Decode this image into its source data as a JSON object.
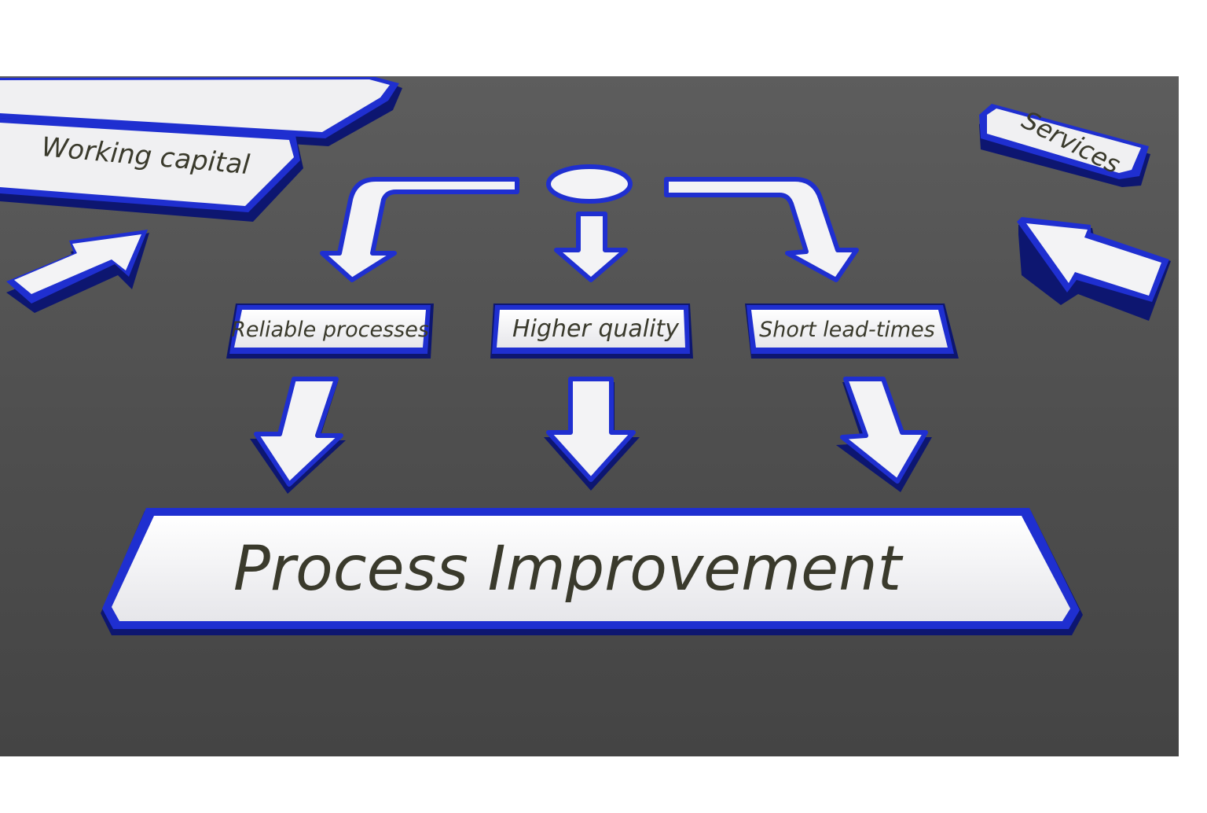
{
  "diagram": {
    "title": "Process Improvement",
    "branches": [
      {
        "label": "Reliable processes"
      },
      {
        "label": "Higher quality"
      },
      {
        "label": "Short lead-times"
      }
    ],
    "side_labels": {
      "working_capital": "Working capital",
      "services": "Services"
    }
  },
  "colors": {
    "background_top": "#5a5a5a",
    "background_bottom": "#444444",
    "frame_blue": "#1f2fd0",
    "frame_dark_blue": "#0d1670",
    "panel_fill": "#f2f2f2",
    "text": "#3a3a2c"
  }
}
